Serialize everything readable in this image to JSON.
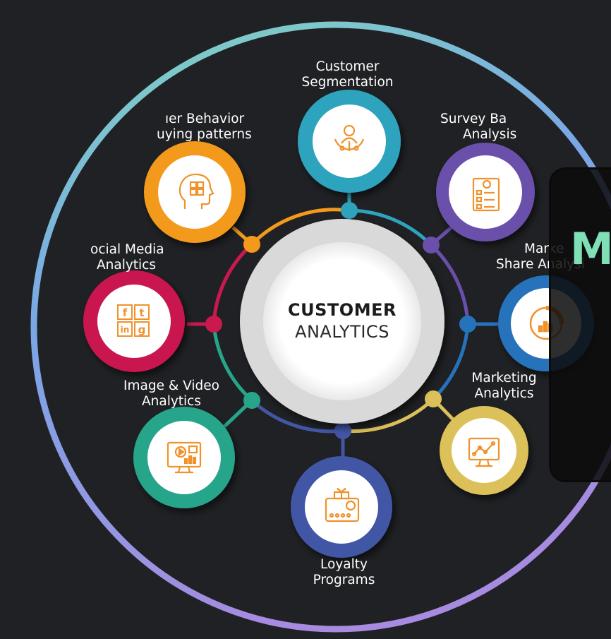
{
  "center": {
    "line1": "CUSTOMER",
    "line2": "ANALYTICS"
  },
  "nodes": [
    {
      "key": "segmentation",
      "label_lines": [
        "Customer",
        "Segmentation"
      ],
      "color": "#2fa3bd",
      "icon": "person-target-icon"
    },
    {
      "key": "survey",
      "label_lines": [
        "Survey Ba",
        "Analysis"
      ],
      "color": "#6a4fab",
      "icon": "survey-checklist-icon"
    },
    {
      "key": "market-share",
      "label_lines": [
        "Marke",
        "Share Analysi"
      ],
      "color": "#2573bb",
      "icon": "market-share-donut-icon"
    },
    {
      "key": "marketing",
      "label_lines": [
        "Marketing",
        "Analytics"
      ],
      "color": "#dcc15a",
      "icon": "monitor-line-chart-icon"
    },
    {
      "key": "loyalty",
      "label_lines": [
        "Loyalty",
        "Programs"
      ],
      "color": "#4356a6",
      "icon": "gift-card-icon"
    },
    {
      "key": "image-video",
      "label_lines": [
        "Image & Video",
        "Analytics"
      ],
      "color": "#27a58a",
      "icon": "video-monitor-icon"
    },
    {
      "key": "social",
      "label_lines": [
        "ocial Media",
        "Analytics"
      ],
      "color": "#c9194f",
      "icon": "social-tiles-icon"
    },
    {
      "key": "behavior",
      "label_lines": [
        "ıer Behavior",
        "uying patterns"
      ],
      "color": "#f39a1d",
      "icon": "head-puzzle-icon"
    }
  ],
  "social_tiles": [
    "f",
    "t",
    "in",
    "g"
  ],
  "overlay": {
    "letter": "M"
  },
  "colors": {
    "background": "#202124",
    "icon_orange": "#f0922b",
    "outer_ring_start": "#7fd6bf",
    "outer_ring_end": "#a68be0"
  }
}
